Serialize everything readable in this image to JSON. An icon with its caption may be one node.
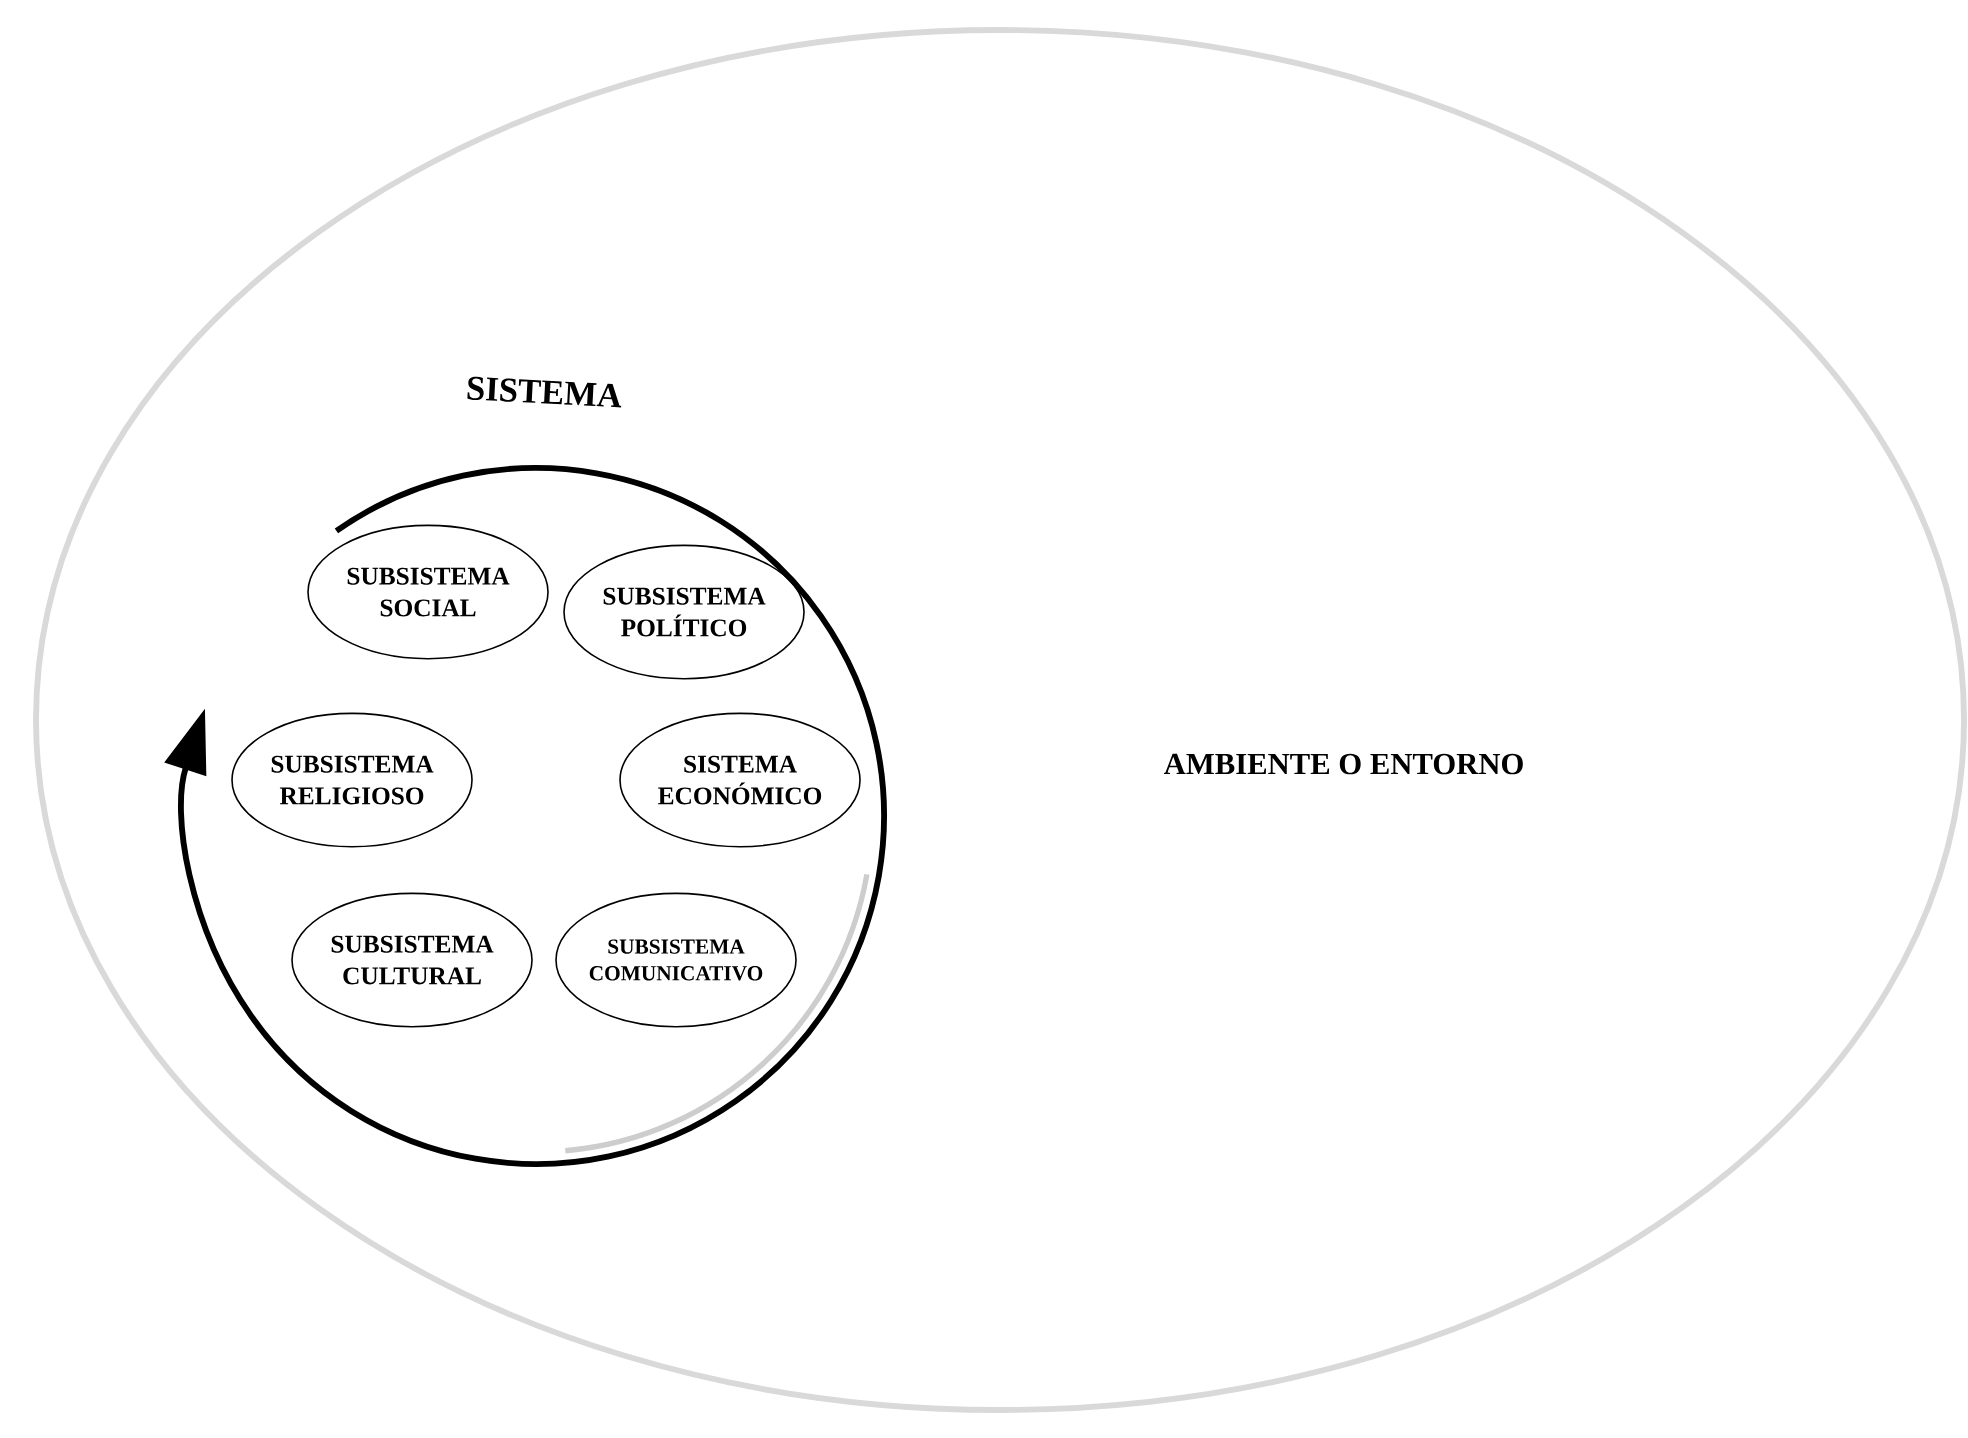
{
  "diagram": {
    "nodes": [
      {
        "text": [
          "AMBIENTE O ENTORNO"
        ]
      },
      {
        "text": [
          "SISTEMA"
        ],
        "in": 0
      },
      {
        "text": [
          "SUBSISTEMA SOCIAL"
        ],
        "in": 1
      },
      {
        "text": [
          "SUBSISTEMA POLÍTICO"
        ],
        "in": 1
      },
      {
        "text": [
          "SUBSISTEMA RELIGIOSO"
        ],
        "in": 1
      },
      {
        "text": [
          "SISTEMA ECONÓMICO"
        ],
        "in": 1
      },
      {
        "text": [
          "SUBSISTEMA CULTURAL"
        ],
        "in": 1
      },
      {
        "text": [
          "SUBSISTEMA COMUNICATIVO"
        ],
        "in": 1
      }
    ]
  }
}
